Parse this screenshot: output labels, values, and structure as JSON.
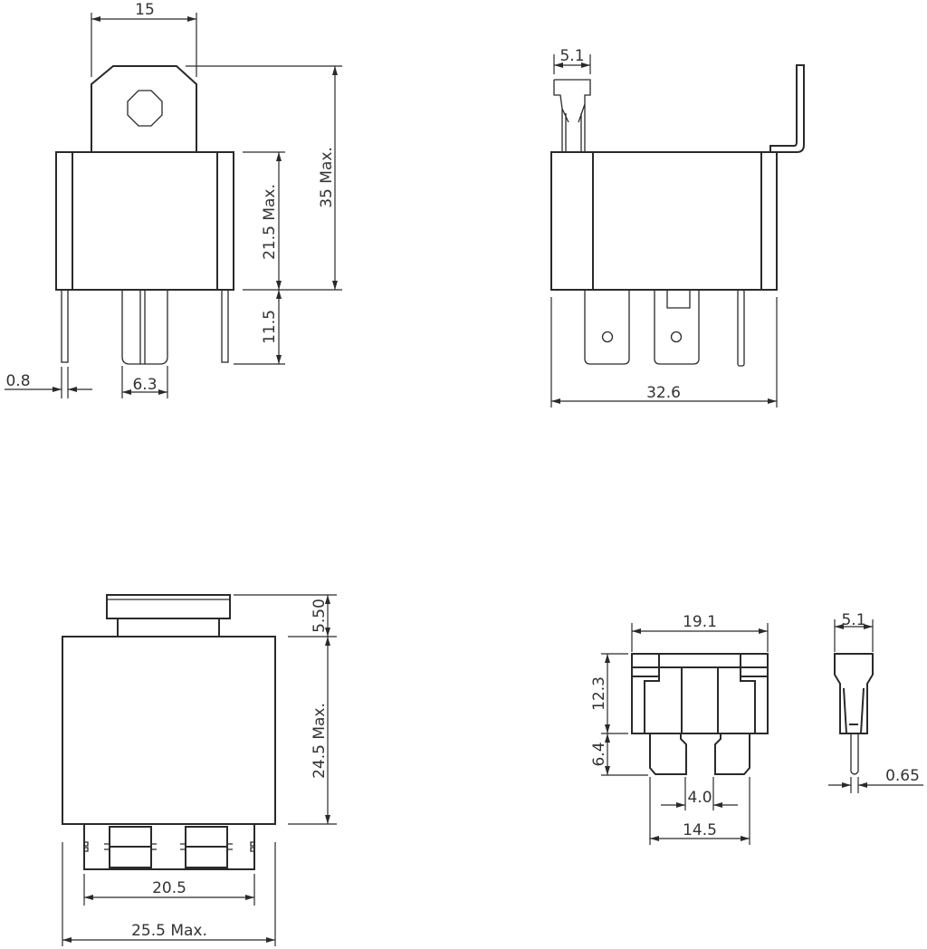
{
  "colors": {
    "line": "#2a2a2a",
    "text": "#333333",
    "background": "#ffffff"
  },
  "views": {
    "front": {
      "dims": {
        "width_tab": "15",
        "height_total": "35 Max.",
        "height_body": "21.5 Max.",
        "pin_length": "11.5",
        "pin_thickness": "0.8",
        "blade_width": "6.3"
      }
    },
    "side": {
      "dims": {
        "clip_width": "5.1",
        "total_width": "32.6"
      }
    },
    "top": {
      "dims": {
        "cap_height": "5.50",
        "body_height": "24.5 Max.",
        "connector_width": "20.5",
        "body_width": "25.5 Max."
      }
    },
    "fuse": {
      "dims": {
        "width": "19.1",
        "body_height": "12.3",
        "blade_length": "6.4",
        "blade_gap": "4.0",
        "blade_span": "14.5",
        "thickness": "5.1",
        "blade_thickness": "0.65"
      }
    }
  }
}
